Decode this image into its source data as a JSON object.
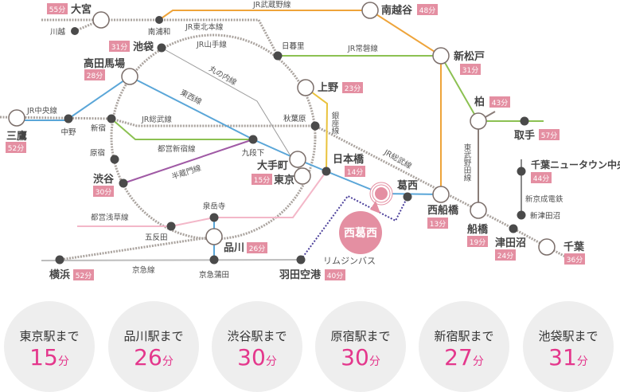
{
  "stations": {
    "omiya": {
      "name": "大宮",
      "time": "55分"
    },
    "kawagoe": {
      "name": "川越"
    },
    "minamiurawa": {
      "name": "南浦和"
    },
    "minamikoshigaya": {
      "name": "南越谷",
      "time": "48分"
    },
    "shinmatsudo": {
      "name": "新松戸",
      "time": "31分"
    },
    "kashiwa": {
      "name": "柏",
      "time": "43分"
    },
    "toride": {
      "name": "取手",
      "time": "57分"
    },
    "nippori": {
      "name": "日暮里"
    },
    "ikebukuro": {
      "name": "池袋",
      "time": "31分"
    },
    "takadanobaba": {
      "name": "高田馬場",
      "time": "28分"
    },
    "mitaka": {
      "name": "三鷹",
      "time": "52分"
    },
    "nakano": {
      "name": "中野"
    },
    "shinjuku": {
      "name": "新宿"
    },
    "harajuku": {
      "name": "原宿"
    },
    "shibuya": {
      "name": "渋谷",
      "time": "30分"
    },
    "kudanshita": {
      "name": "九段下"
    },
    "otemachi": {
      "name": "大手町"
    },
    "tokyo": {
      "name": "東京",
      "time": "15分"
    },
    "ueno": {
      "name": "上野",
      "time": "23分"
    },
    "akihabara": {
      "name": "秋葉原"
    },
    "nihonbashi": {
      "name": "日本橋",
      "time": "14分"
    },
    "nishikasai": {
      "name": "西葛西"
    },
    "kasai": {
      "name": "葛西"
    },
    "nishifunabashi": {
      "name": "西船橋",
      "time": "13分"
    },
    "funabashi": {
      "name": "船橋",
      "time": "19分"
    },
    "tsudanuma": {
      "name": "津田沼",
      "time": "24分"
    },
    "chiba": {
      "name": "千葉",
      "time": "36分"
    },
    "cnt": {
      "name": "千葉ニュータウン中央",
      "time": "44分"
    },
    "shintsudanuma": {
      "name": "新津田沼"
    },
    "sengakuji": {
      "name": "泉岳寺"
    },
    "gotanda": {
      "name": "五反田"
    },
    "shinagawa": {
      "name": "品川",
      "time": "26分"
    },
    "yokohama": {
      "name": "横浜",
      "time": "52分"
    },
    "keikyukamata": {
      "name": "京急蒲田"
    },
    "haneda": {
      "name": "羽田空港",
      "time": "40分"
    }
  },
  "lines": {
    "musashino": "JR武蔵野線",
    "tohoku": "JR東北本線",
    "yamanote": "JR山手線",
    "marunouchi": "丸の内線",
    "tozai": "東西線",
    "sobu": "JR総武線",
    "sobu2": "JR総武線",
    "chuo": "JR中央線",
    "toeishinjuku": "都営新宿線",
    "hanzomon": "半蔵門線",
    "asakusa": "都営浅草線",
    "keikyu": "京急線",
    "joban": "JR常磐線",
    "ginza": "銀座線",
    "tobunoda": "東武野田線",
    "shinkeisei": "新京成電鉄",
    "limousine": "リムジンバス"
  },
  "cards": [
    {
      "label": "東京駅まで",
      "value": "15",
      "unit": "分"
    },
    {
      "label": "品川駅まで",
      "value": "26",
      "unit": "分"
    },
    {
      "label": "渋谷駅まで",
      "value": "30",
      "unit": "分"
    },
    {
      "label": "原宿駅まで",
      "value": "30",
      "unit": "分"
    },
    {
      "label": "新宿駅まで",
      "value": "27",
      "unit": "分"
    },
    {
      "label": "池袋駅まで",
      "value": "31",
      "unit": "分"
    }
  ],
  "colors": {
    "badge": "#e48fa2",
    "accent": "#e4378c",
    "tozai": "#5aa6d8",
    "musashino": "#eea43a",
    "joban": "#8cc152",
    "hanzomon": "#a05aa5",
    "asakusa": "#f3b7c8",
    "ginza": "#e9c23c",
    "limousine": "#4b3f9a"
  }
}
